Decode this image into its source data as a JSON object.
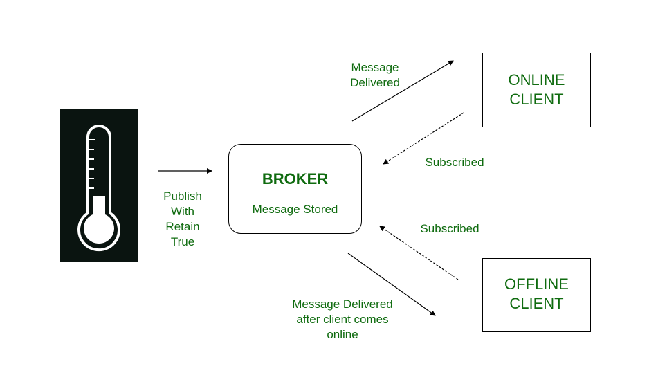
{
  "colors": {
    "text_green": "#0f6b0f",
    "arrow": "#000000",
    "thermometer_bg": "#0a1410",
    "thermometer_line": "#ffffff"
  },
  "thermometer": {
    "icon": "thermometer-icon"
  },
  "publish_label": {
    "line1": "Publish",
    "line2": "With",
    "line3": "Retain",
    "line4": "True"
  },
  "broker": {
    "title": "BROKER",
    "subtitle": "Message Stored"
  },
  "online_client": {
    "line1": "ONLINE",
    "line2": "CLIENT"
  },
  "offline_client": {
    "line1": "OFFLINE",
    "line2": "CLIENT"
  },
  "delivered_online": {
    "line1": "Message",
    "line2": "Delivered"
  },
  "subscribed_online": "Subscribed",
  "subscribed_offline": "Subscribed",
  "delivered_offline": {
    "line1": "Message Delivered",
    "line2": "after client comes",
    "line3": "online"
  }
}
